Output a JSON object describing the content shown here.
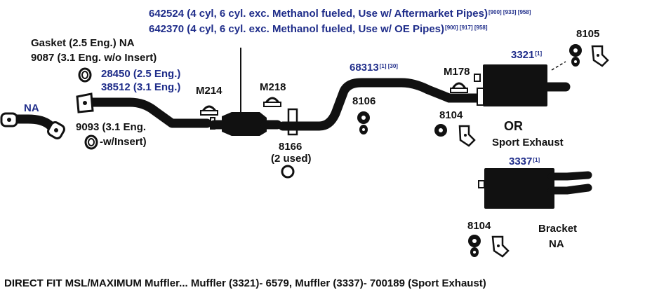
{
  "header": {
    "line1_text": "642524 (4 cyl, 6 cyl. exc. Methanol fueled, Use w/ Aftermarket Pipes)",
    "line1_refs": "[900] [933] [958]",
    "line2_text": "642370 (4 cyl, 6 cyl. exc. Methanol fueled, Use w/ OE Pipes)",
    "line2_refs": "[900] [917] [958]"
  },
  "labels": {
    "gasket_line1": "Gasket (2.5 Eng.) NA",
    "gasket_line2": "9087 (3.1 Eng. w/o Insert)",
    "part_28450": "28450 (2.5 Eng.)",
    "part_38512": "38512 (3.1 Eng.)",
    "na_front": "NA",
    "part_9093_line1": "9093 (3.1 Eng.",
    "part_9093_line2": "-w/Insert)",
    "m214": "M214",
    "m218": "M218",
    "part_8166_line1": "8166",
    "part_8166_line2": "(2 used)",
    "part_68313": "68313",
    "part_68313_refs": "[1] [30]",
    "part_8106": "8106",
    "m178": "M178",
    "part_8104_top": "8104",
    "part_3321": "3321",
    "part_3321_refs": "[1]",
    "part_8105": "8105",
    "or_text": "OR",
    "sport_exhaust": "Sport Exhaust",
    "part_3337": "3337",
    "part_3337_refs": "[1]",
    "part_8104_bottom": "8104",
    "bracket": "Bracket",
    "bracket_na": "NA"
  },
  "caption": "DIRECT FIT MSL/MAXIMUM Muffler... Muffler (3321)- 6579, Muffler (3337)- 700189 (Sport Exhaust)",
  "colors": {
    "part_number_blue": "#1f2d8a",
    "line_black": "#111111",
    "background": "#ffffff"
  },
  "icons": [
    "front-pipe-icon",
    "gasket-ring-icon",
    "clamp-icon",
    "catalytic-converter-icon",
    "hanger-icon",
    "bracket-icon",
    "muffler-icon"
  ]
}
